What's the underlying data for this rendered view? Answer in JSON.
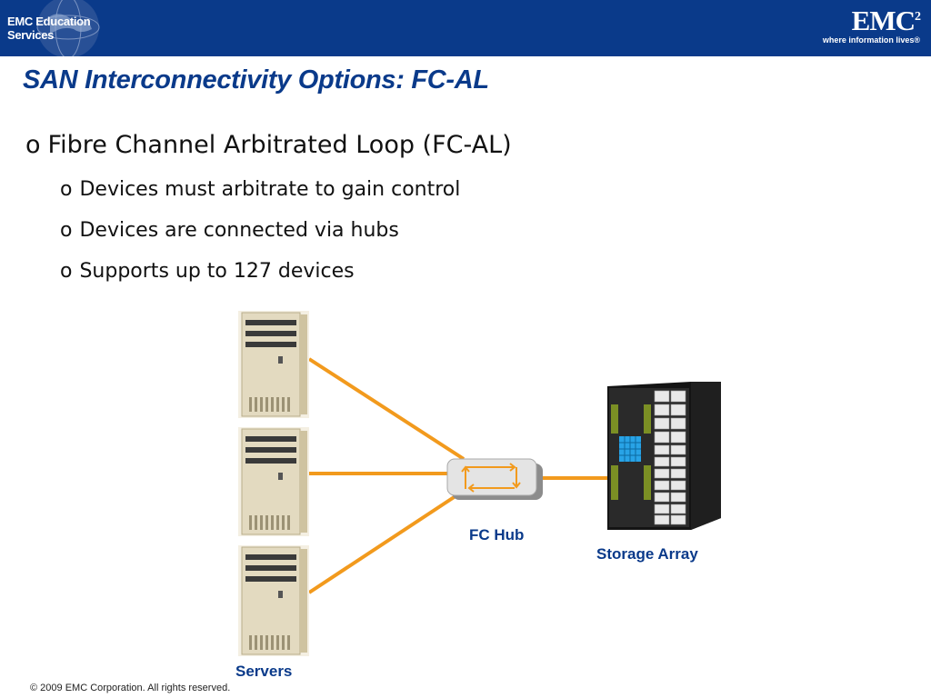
{
  "header": {
    "left_label": "EMC Education Services",
    "logo": {
      "brand": "EMC",
      "superscript": "2",
      "tagline": "where information lives®"
    }
  },
  "slide": {
    "title": "SAN Interconnectivity Options: FC-AL",
    "bullets": [
      {
        "marker": "o",
        "text": "Fibre Channel Arbitrated Loop (FC-AL)"
      },
      {
        "marker": "o",
        "text": "Devices must arbitrate to gain control"
      },
      {
        "marker": "o",
        "text": "Devices are connected via hubs"
      },
      {
        "marker": "o",
        "text": "Supports up to 127 devices"
      }
    ]
  },
  "diagram": {
    "servers_label": "Servers",
    "hub_label": "FC Hub",
    "storage_label": "Storage Array",
    "colors": {
      "link": "#f29a1d",
      "title": "#0a3a8a",
      "server": "#e8dfc4"
    }
  },
  "footer": {
    "copyright": "© 2009 EMC Corporation. All rights reserved."
  }
}
